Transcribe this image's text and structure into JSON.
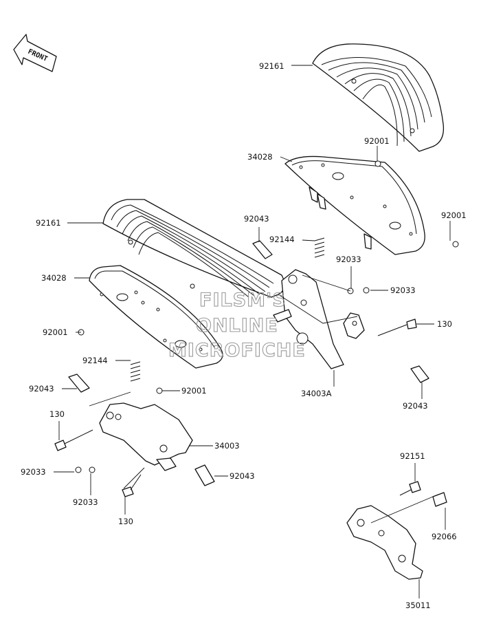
{
  "front_arrow": {
    "text": "FRONT"
  },
  "watermark": {
    "line1": "FILSM'S",
    "line2": "ONLINE",
    "line3": "MICROFICHE"
  },
  "callouts": {
    "c1": "92161",
    "c2": "92001",
    "c3": "34028",
    "c4": "92001",
    "c5": "92043",
    "c6": "92144",
    "c7": "92161",
    "c8": "92033",
    "c9": "92033",
    "c10": "34028",
    "c11": "130",
    "c12": "92001",
    "c13": "34003A",
    "c14": "92043",
    "c15": "92144",
    "c16": "92043",
    "c17": "92001",
    "c18": "130",
    "c19": "34003",
    "c20": "92033",
    "c21": "92043",
    "c22": "92033",
    "c23": "130",
    "c24": "92151",
    "c25": "92066",
    "c26": "35011"
  }
}
